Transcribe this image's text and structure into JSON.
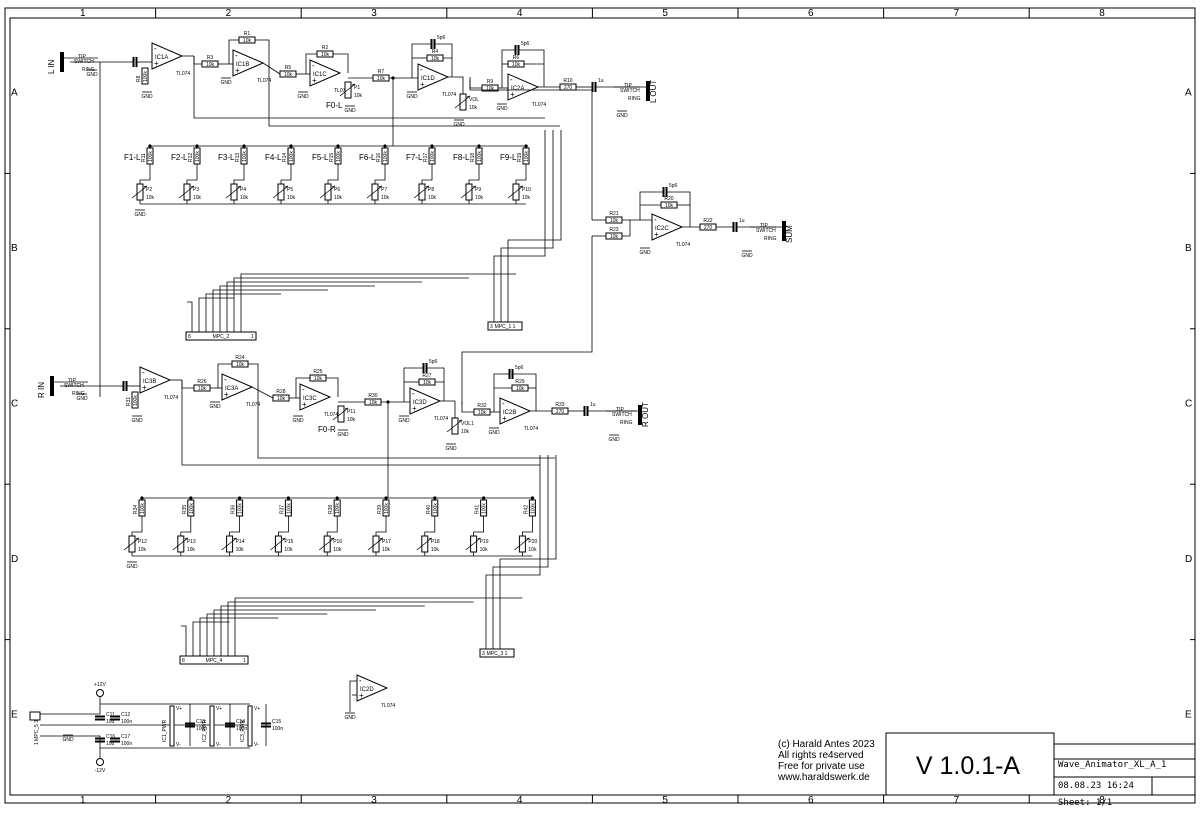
{
  "frame": {
    "columns": [
      "1",
      "2",
      "3",
      "4",
      "5",
      "6",
      "7",
      "8"
    ],
    "rows": [
      "A",
      "B",
      "C",
      "D",
      "E"
    ]
  },
  "credits": {
    "line1": "(c) Harald Antes 2023",
    "line2": "All rights re4served",
    "line3": "Free for private use",
    "line4": "www.haraldswerk.de"
  },
  "titleblock": {
    "version": "V 1.0.1-A",
    "filename": "Wave_Animator_XL_A_1",
    "datetime": "08.08.23 16:24",
    "sheet": "Sheet: 1/1"
  },
  "ports": {
    "l_in": "L IN",
    "r_in": "R IN",
    "l_out": "L OUT",
    "r_out": "R OUT",
    "sum": "SUM"
  },
  "upper": {
    "opamps": [
      {
        "name": "IC1A",
        "part": "TL074"
      },
      {
        "name": "IC1B",
        "part": "TL074"
      },
      {
        "name": "IC1C",
        "part": "TL074"
      },
      {
        "name": "IC1D",
        "part": "TL074"
      },
      {
        "name": "IC2A",
        "part": "TL074"
      },
      {
        "name": "IC2C",
        "part": "TL074"
      }
    ],
    "resistors": [
      {
        "ref": "R3",
        "val": "10k"
      },
      {
        "ref": "R1",
        "val": "10k"
      },
      {
        "ref": "R5",
        "val": "10k"
      },
      {
        "ref": "R2",
        "val": "10k"
      },
      {
        "ref": "R7",
        "val": "10k"
      },
      {
        "ref": "R4",
        "val": "10k"
      },
      {
        "ref": "R9",
        "val": "10k"
      },
      {
        "ref": "R6",
        "val": "10k"
      },
      {
        "ref": "R10",
        "val": "270"
      },
      {
        "ref": "R21",
        "val": "10k"
      },
      {
        "ref": "R23",
        "val": "10k"
      },
      {
        "ref": "R20",
        "val": "10k"
      },
      {
        "ref": "R22",
        "val": "270"
      }
    ],
    "f0": "F0-L",
    "p1": {
      "ref": "P1",
      "val": "10k"
    },
    "vol": {
      "ref": "VOL",
      "val": "10k"
    },
    "bands": [
      "F1-L",
      "F2-L",
      "F3-L",
      "F4-L",
      "F5-L",
      "F6-L",
      "F7-L",
      "F8-L",
      "F9-L"
    ],
    "pots": [
      "P2",
      "P3",
      "P4",
      "P5",
      "P6",
      "P7",
      "P8",
      "P9",
      "P10"
    ],
    "band_res": [
      "R11",
      "R12",
      "R13",
      "R14",
      "R15",
      "R16",
      "R17",
      "R18",
      "R19"
    ],
    "connectors": [
      {
        "label": "MPC_2",
        "left": "8",
        "right": "1"
      },
      {
        "label": "MPC_1.1",
        "left": "3",
        "right": ""
      }
    ]
  },
  "lower": {
    "opamps": [
      {
        "name": "IC3B",
        "part": "TL074"
      },
      {
        "name": "IC3A",
        "part": "TL074"
      },
      {
        "name": "IC3C",
        "part": "TL074"
      },
      {
        "name": "IC3D",
        "part": "TL074"
      },
      {
        "name": "IC2B",
        "part": "TL074"
      }
    ],
    "resistors": [
      {
        "ref": "R26",
        "val": "10k"
      },
      {
        "ref": "R24",
        "val": "10k"
      },
      {
        "ref": "R28",
        "val": "10k"
      },
      {
        "ref": "R25",
        "val": "10k"
      },
      {
        "ref": "R30",
        "val": "10k"
      },
      {
        "ref": "R27",
        "val": "10k"
      },
      {
        "ref": "R32",
        "val": "10k"
      },
      {
        "ref": "R29",
        "val": "10k"
      },
      {
        "ref": "R33",
        "val": "270"
      }
    ],
    "f0": "F0-R",
    "p11": {
      "ref": "P11",
      "val": "10k"
    },
    "vol": {
      "ref": "VOL1",
      "val": "10k"
    },
    "pots": [
      "P12",
      "P13",
      "P14",
      "P15",
      "P16",
      "P17",
      "P18",
      "P19",
      "P20"
    ],
    "band_res": [
      "R34",
      "R35",
      "R36",
      "R37",
      "R38",
      "R39",
      "R40",
      "R41",
      "R42"
    ],
    "connectors": [
      {
        "label": "MPC_4",
        "left": "8",
        "right": "1"
      },
      {
        "label": "MPC_3.1",
        "left": "3",
        "right": ""
      }
    ]
  },
  "power": {
    "plus": "+12V",
    "minus": "-12V",
    "gnd": "GND",
    "connector": "1 MPC_5 3",
    "caps": [
      "C11",
      "C12",
      "C16",
      "C17",
      "C13",
      "C14",
      "C15"
    ],
    "cap_vals": [
      "10u",
      "100n",
      "10u",
      "100n",
      "100n",
      "100n",
      "100n"
    ],
    "pwr_labels": [
      "IC1_PWR",
      "IC2_PWR",
      "IC3_PWR"
    ],
    "spare": {
      "name": "IC2D",
      "part": "TL074"
    }
  },
  "common": {
    "gnd": "GND",
    "part": "TL074",
    "pot_val": "10k",
    "cap_pf": "5p6",
    "cap_1u": "1u",
    "jack_tip": "TIP",
    "jack_ring": "RING",
    "jack_switch": "SWITCH"
  }
}
